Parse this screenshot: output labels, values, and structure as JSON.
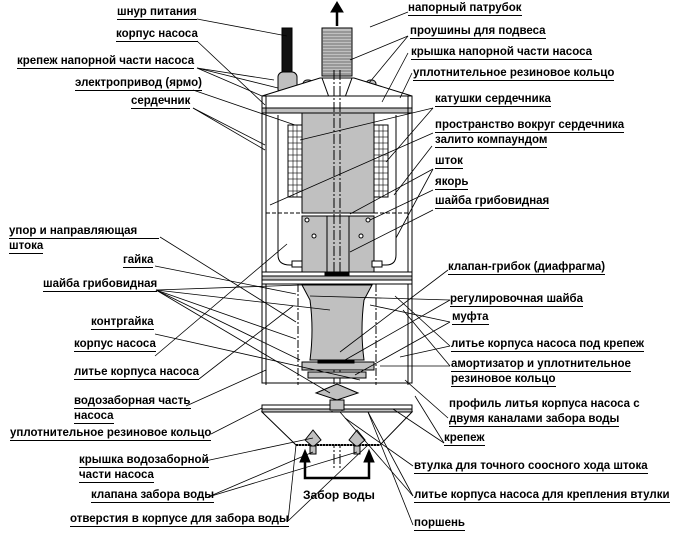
{
  "colors": {
    "fill_gray": "#c0c0c0",
    "line": "#000000",
    "background": "#ffffff"
  },
  "labels_left": {
    "power_cord": "шнур питания",
    "pump_body_top": "корпус насоса",
    "pressure_part_fastener": "крепеж напорной части насоса",
    "electric_drive": "электропривод (ярмо)",
    "core": "сердечник",
    "rod_stop_guide_1": "упор и направляющая",
    "rod_stop_guide_2": "штока",
    "nut": "гайка",
    "mushroom_washer_left": "шайба грибовидная",
    "locknut": "контргайка",
    "pump_body_mid": "корпус насоса",
    "pump_body_casting": "литье корпуса насоса",
    "intake_part_1": "водозаборная часть",
    "intake_part_2": "насоса",
    "rubber_ring_bottom": "уплотнительное резиновое кольцо",
    "intake_cover_1": "крышка водозаборной",
    "intake_cover_2": "части насоса",
    "intake_valves": "клапана забора воды",
    "intake_holes": "отверстия в  корпусе для забора воды"
  },
  "labels_right": {
    "outlet_pipe": "напорный патрубок",
    "hanging_lugs": "проушины для подвеса",
    "pressure_cover": "крышка напорной части насоса",
    "rubber_ring_top": "уплотнительное резиновое кольцо",
    "core_coils": "катушки сердечника",
    "compound_1": "пространство вокруг сердечника",
    "compound_2": "залито компаундом",
    "rod": "шток",
    "armature": "якорь",
    "mushroom_washer_right": "шайба грибовидная",
    "diaphragm_valve": "клапан-грибок (диафрагма)",
    "adjusting_washer": "регулировочная шайба",
    "coupling": "муфта",
    "casting_under_fastener": "литье корпуса насоса под крепеж",
    "damper_1": "амортизатор и уплотнительное",
    "damper_2": "резиновое кольцо",
    "casting_profile_1": "профиль литья корпуса насоса с",
    "casting_profile_2": "двумя каналами забора воды",
    "fastener": "крепеж",
    "bushing": "втулка для точного соосного хода штока",
    "bushing_casting": "литье корпуса насоса для крепления втулки",
    "piston": "поршень"
  },
  "caption_water_intake": "Забор воды",
  "icons": [
    "up-arrow-icon",
    "intake-arrow-icon"
  ]
}
